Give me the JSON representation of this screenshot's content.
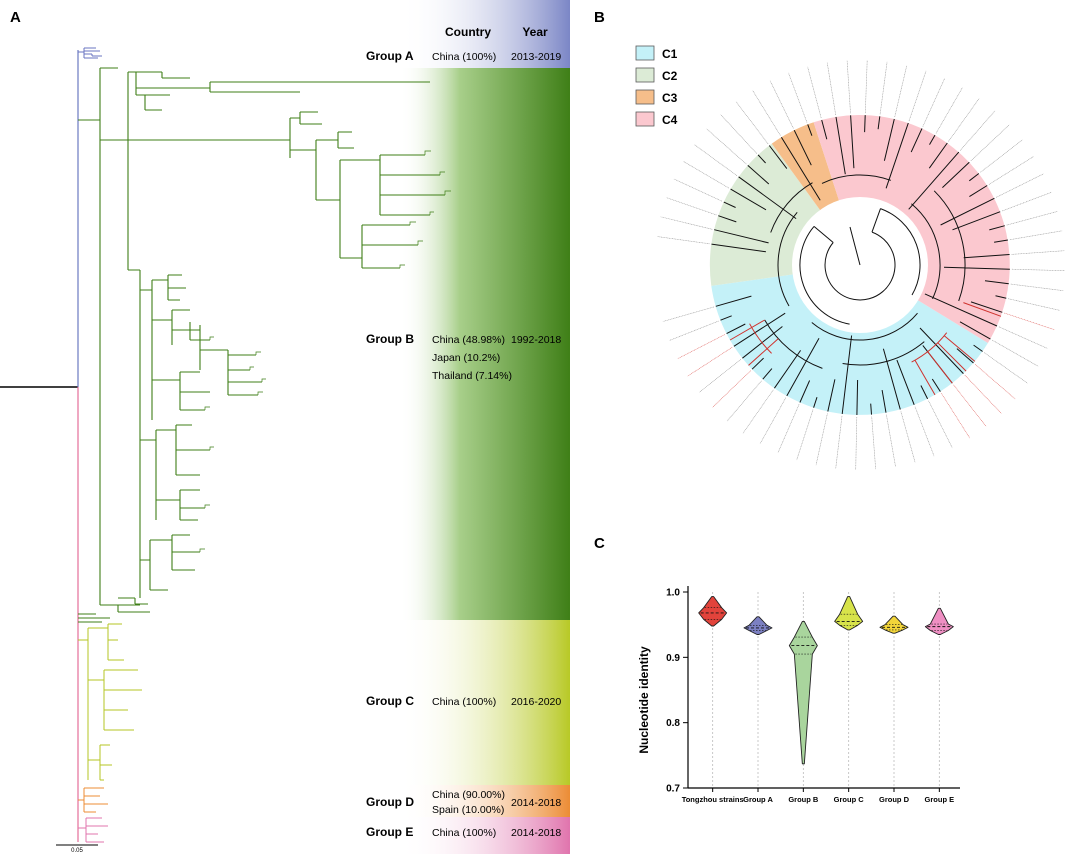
{
  "panels": {
    "a": "A",
    "b": "B",
    "c": "C"
  },
  "tree": {
    "header": {
      "country": "Country",
      "year": "Year"
    },
    "scale_label": "0.05",
    "groups": [
      {
        "name": "Group A",
        "country": [
          "China (100%)"
        ],
        "year": "2013-2019",
        "color": "#7b86c6"
      },
      {
        "name": "Group B",
        "country": [
          "China (48.98%)",
          "Japan (10.2%)",
          "Thailand (7.14%)"
        ],
        "year": "1992-2018",
        "color": "#3f7f17"
      },
      {
        "name": "Group C",
        "country": [
          "China (100%)"
        ],
        "year": "2016-2020",
        "color": "#b8c926"
      },
      {
        "name": "Group D",
        "country": [
          "China (90.00%)",
          "Spain (10.00%)"
        ],
        "year": "2014-2018",
        "color": "#ec8c35"
      },
      {
        "name": "Group E",
        "country": [
          "China (100%)"
        ],
        "year": "2014-2018",
        "color": "#e074ad"
      }
    ]
  },
  "circular": {
    "legend": [
      {
        "label": "C1",
        "color": "#c4f1f8"
      },
      {
        "label": "C2",
        "color": "#dcebd6"
      },
      {
        "label": "C3",
        "color": "#f6be8a"
      },
      {
        "label": "C4",
        "color": "#fbc8cf"
      }
    ]
  },
  "chart_data": {
    "type": "violin",
    "ylabel": "Nucleotide identity",
    "ylim": [
      0.7,
      1.0
    ],
    "yticks": [
      "0.7",
      "0.8",
      "0.9",
      "1.0"
    ],
    "categories": [
      "Tongzhou strains",
      "Group A",
      "Group B",
      "Group C",
      "Group D",
      "Group E"
    ],
    "series": [
      {
        "name": "Tongzhou strains",
        "color": "#e2433b",
        "min": 0.948,
        "q1": 0.958,
        "median": 0.968,
        "q3": 0.976,
        "max": 0.993
      },
      {
        "name": "Group A",
        "color": "#7c80c2",
        "min": 0.935,
        "q1": 0.941,
        "median": 0.945,
        "q3": 0.949,
        "max": 0.962
      },
      {
        "name": "Group B",
        "color": "#a9d59d",
        "min": 0.737,
        "q1": 0.905,
        "median": 0.918,
        "q3": 0.931,
        "max": 0.955
      },
      {
        "name": "Group C",
        "color": "#d7e34a",
        "min": 0.942,
        "q1": 0.949,
        "median": 0.955,
        "q3": 0.966,
        "max": 0.993
      },
      {
        "name": "Group D",
        "color": "#f2d53a",
        "min": 0.937,
        "q1": 0.942,
        "median": 0.946,
        "q3": 0.95,
        "max": 0.963
      },
      {
        "name": "Group E",
        "color": "#ef8fc3",
        "min": 0.935,
        "q1": 0.941,
        "median": 0.947,
        "q3": 0.951,
        "max": 0.975
      }
    ]
  }
}
